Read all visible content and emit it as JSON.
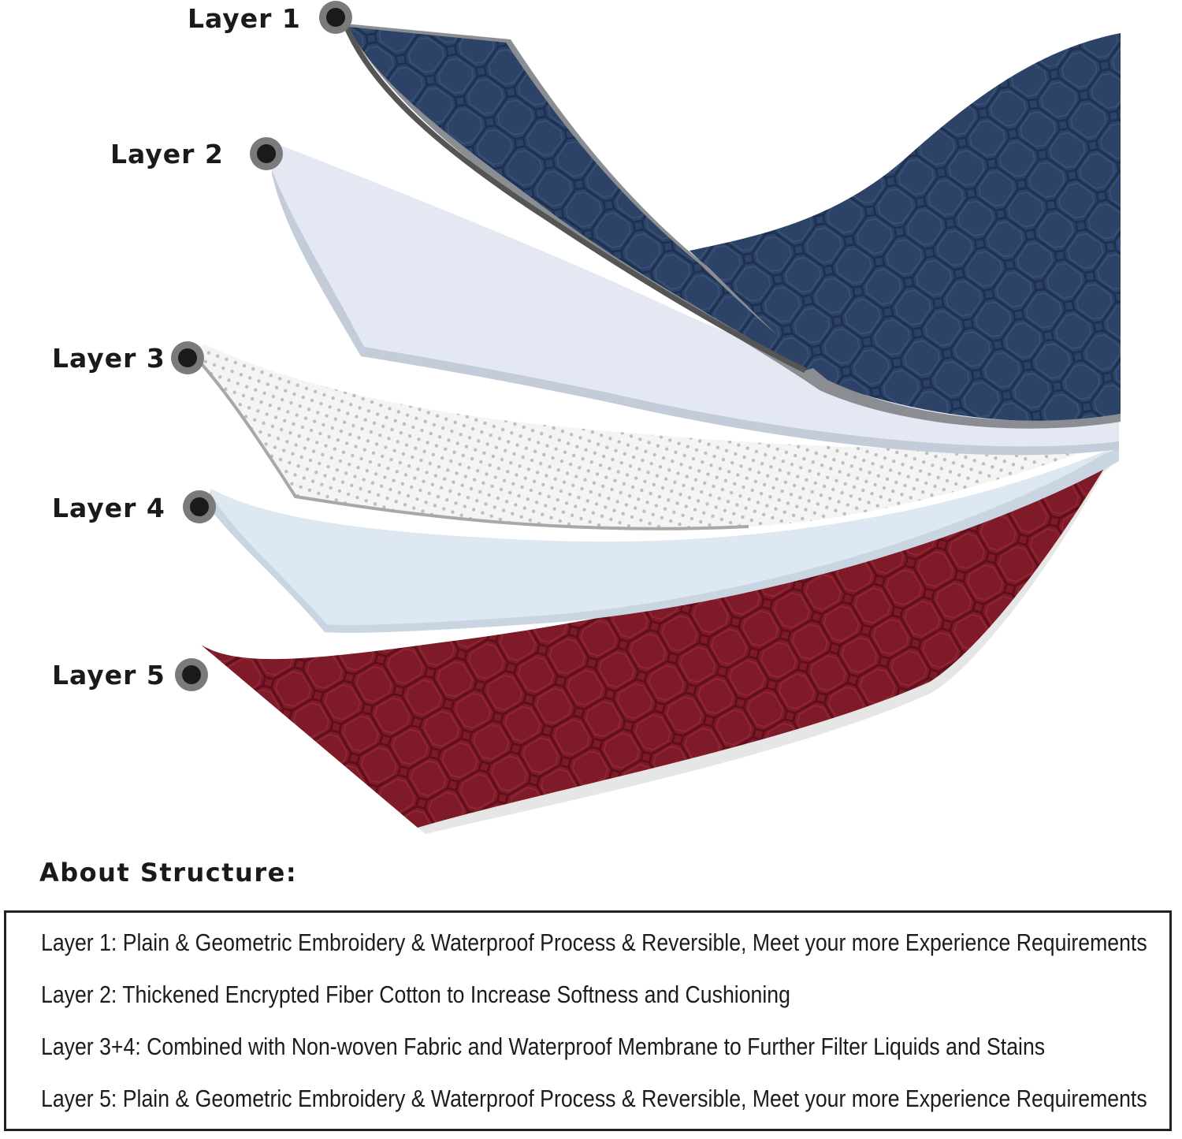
{
  "diagram": {
    "layers": [
      {
        "label": "Layer 1",
        "material": "navy quilted geometric embroidery fabric",
        "color": "#2c4266"
      },
      {
        "label": "Layer 2",
        "material": "thickened fiber cotton",
        "color": "#dfe4ef"
      },
      {
        "label": "Layer 3",
        "material": "non-woven fabric",
        "color": "#efefef"
      },
      {
        "label": "Layer 4",
        "material": "waterproof membrane",
        "color": "#dbe6f1"
      },
      {
        "label": "Layer 5",
        "material": "burgundy quilted geometric embroidery fabric",
        "color": "#7f1a28"
      }
    ],
    "marker_colors": {
      "ring": "#7a7a7a",
      "dot": "#1a1a1a"
    }
  },
  "about": {
    "title": "About Structure:",
    "lines": [
      "Layer 1: Plain & Geometric Embroidery & Waterproof Process & Reversible, Meet your more Experience Requirements",
      "Layer 2: Thickened Encrypted Fiber Cotton to Increase Softness and Cushioning",
      "Layer 3+4: Combined with Non-woven Fabric and Waterproof Membrane to Further Filter Liquids and Stains",
      "Layer 5: Plain & Geometric Embroidery & Waterproof Process & Reversible, Meet your more Experience Requirements"
    ]
  }
}
